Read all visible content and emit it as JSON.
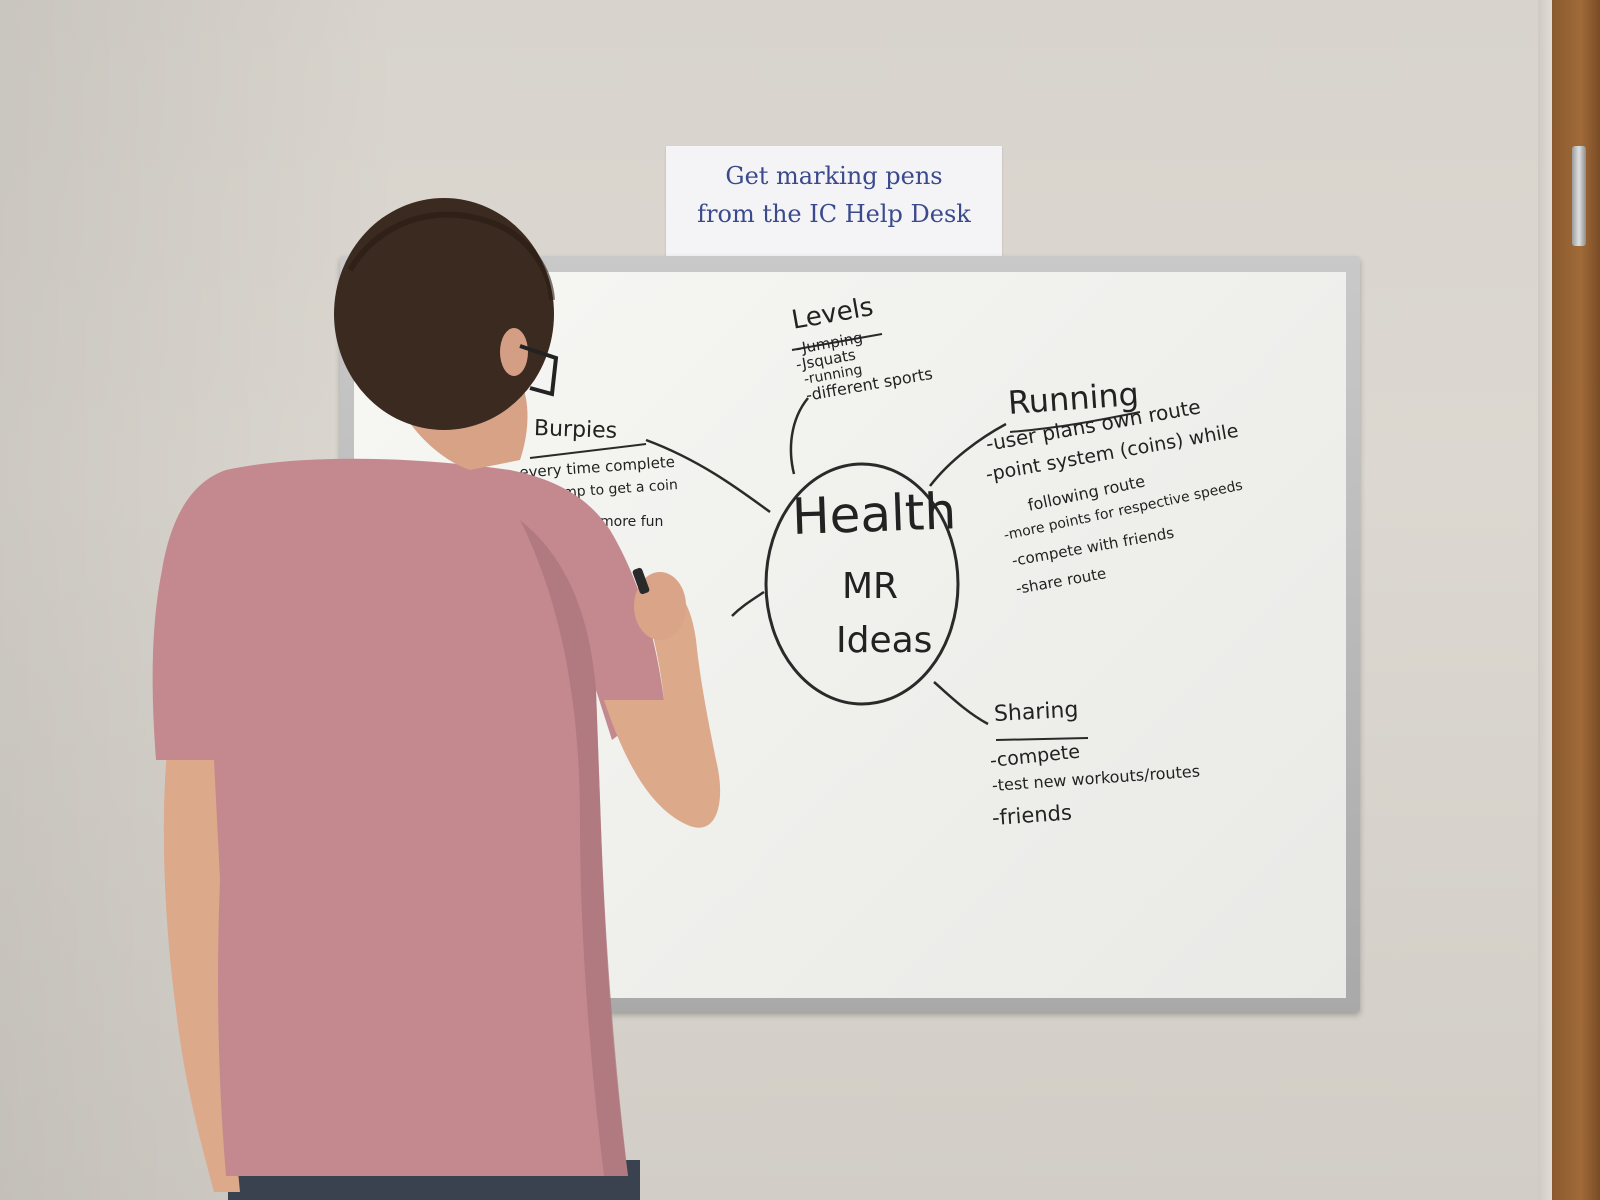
{
  "sign": {
    "line1": "Get marking pens",
    "line2": "from the IC Help Desk"
  },
  "whiteboard": {
    "center": {
      "line1": "Health",
      "line2": "MR",
      "line3": "Ideas"
    },
    "levels": {
      "title": "Levels",
      "items": [
        "-Jumping",
        "-Jsquats",
        "-running",
        "-different sports"
      ]
    },
    "burpies": {
      "title": "Burpies",
      "items": [
        "-every time complete",
        "one jump to get a coin",
        "more fun"
      ]
    },
    "running": {
      "title": "Running",
      "items": [
        "-user plans own route",
        "-point system (coins) while",
        "following route",
        "-more points for respective speeds",
        "-compete with friends",
        "-share route"
      ]
    },
    "sharing": {
      "title": "Sharing",
      "items": [
        "-compete",
        "-test new workouts/routes",
        "-friends"
      ]
    }
  },
  "colors": {
    "wall": "#d9d5ce",
    "board": "#f2f2ef",
    "ink": "#222222",
    "sign_text": "#3a4a8c",
    "shirt": "#c08a8f",
    "hair": "#3b2a20",
    "skin": "#e2b295",
    "door": "#9a6634"
  }
}
